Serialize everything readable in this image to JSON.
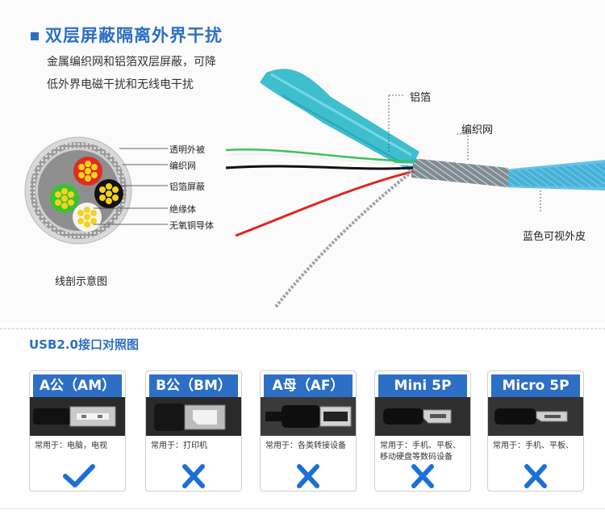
{
  "header": {
    "title": "双层屏蔽隔离外界干扰",
    "desc_line1": "金属编织网和铝箔双层屏蔽，可降",
    "desc_line2": "低外界电磁干扰和无线电干扰"
  },
  "cross_section": {
    "labels": [
      "透明外被",
      "编织网",
      "铝箔屏蔽",
      "绝缘体",
      "无氧铜导体"
    ],
    "caption": "线剖示意图"
  },
  "cable_labels": {
    "foil": "铝箔",
    "braid": "编织网",
    "jacket": "蓝色可视外皮"
  },
  "usb_section": {
    "title": "USB2.0接口对照图",
    "cards": [
      {
        "name": "A公（AM）",
        "use_line1": "常用于：电脑，电视",
        "use_line2": "",
        "mark": "check"
      },
      {
        "name": "B公（BM）",
        "use_line1": "常用于：打印机",
        "use_line2": "",
        "mark": "cross"
      },
      {
        "name": "A母（AF）",
        "use_line1": "常用于：各类转接设备",
        "use_line2": "",
        "mark": "cross"
      },
      {
        "name": "Mini  5P",
        "use_line1": "常用于：手机、平板、",
        "use_line2": "移动硬盘等数码设备",
        "mark": "cross"
      },
      {
        "name": "Micro 5P",
        "use_line1": "常用于：手机、平板、",
        "use_line2": "",
        "mark": "cross"
      }
    ]
  },
  "colors": {
    "accent": "#2d6fc4",
    "mark_blue": "#1c6fd6",
    "jacket_blue": "#4ab6e0"
  }
}
